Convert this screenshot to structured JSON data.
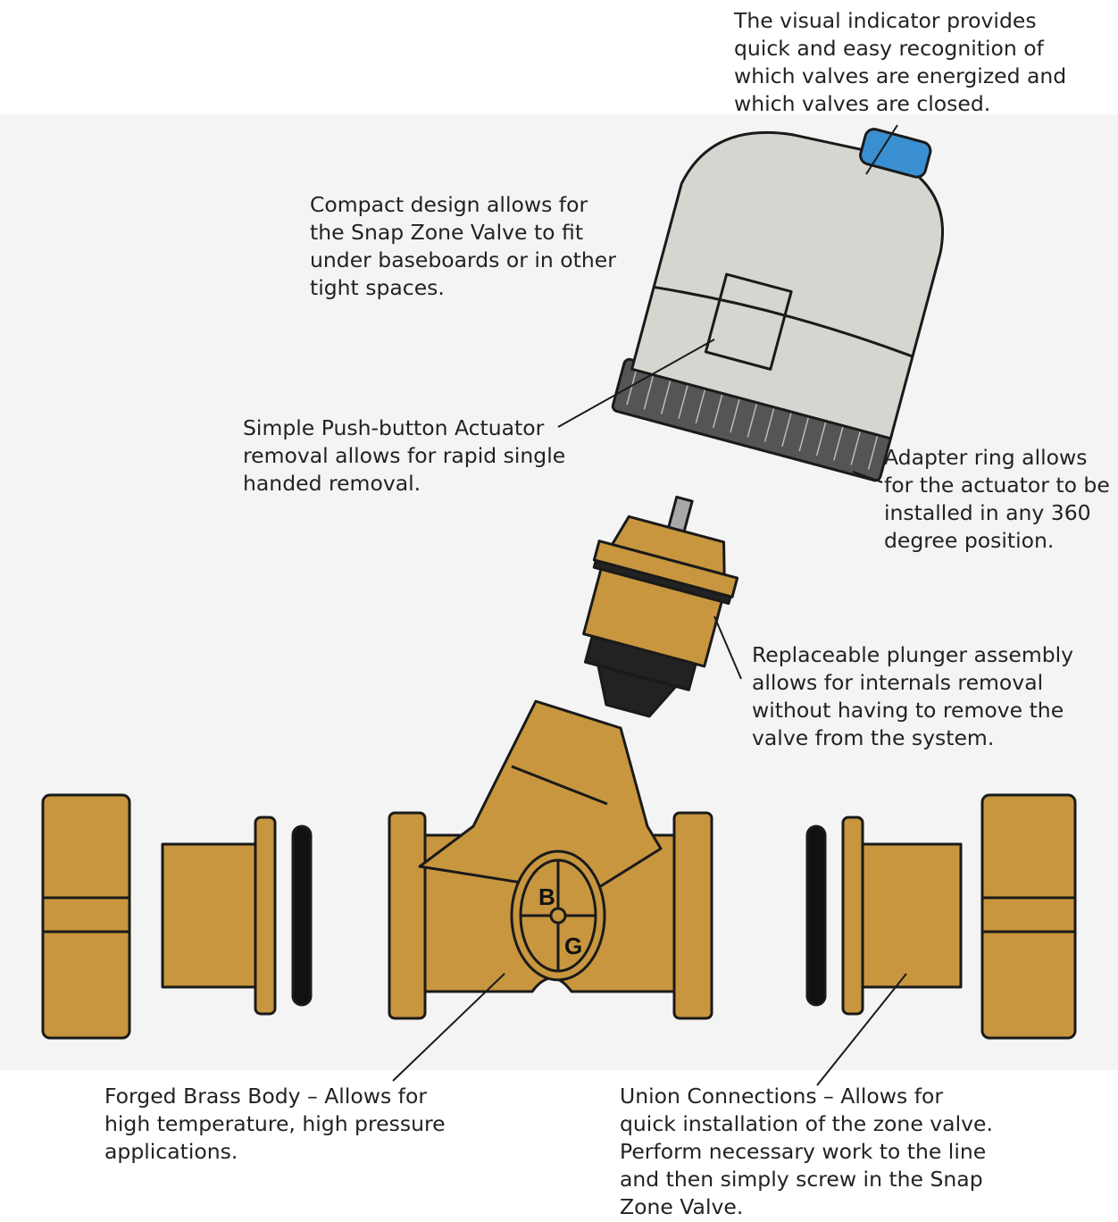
{
  "callouts": {
    "visual_indicator": "The visual indicator provides\nquick and easy recognition of\nwhich valves are energized and\nwhich valves are closed.",
    "compact_design": "Compact design allows for\nthe Snap Zone Valve to fit\nunder baseboards or in other\ntight spaces.",
    "push_button": "Simple Push-button Actuator\nremoval allows for rapid single\nhanded removal.",
    "adapter_ring": "Adapter ring allows\nfor the actuator to be\ninstalled in any 360\ndegree position.",
    "plunger": "Replaceable plunger assembly\nallows for internals removal\nwithout having to remove the\nvalve from the system.",
    "brass_body": "Forged Brass Body – Allows for\nhigh temperature, high pressure\napplications.",
    "union": "Union Connections – Allows for\nquick installation of the zone valve.\nPerform necessary work to the line\nand then simply screw in the Snap\nZone Valve."
  },
  "badge": {
    "b": "B",
    "g": "G"
  },
  "colors": {
    "brass": "#c8963e",
    "actuator": "#d6d6d0",
    "indicator": "#3a8fd0",
    "outline": "#1a1a1a",
    "background_panel": "#f4f4f4"
  }
}
